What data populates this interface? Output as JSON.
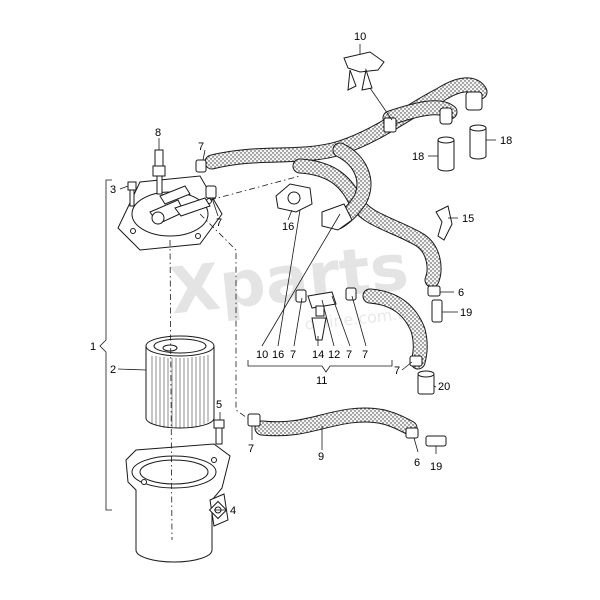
{
  "watermark": {
    "main": "Xparts",
    "sub": "online.com.ua"
  },
  "callouts": {
    "n1": "1",
    "n2": "2",
    "n3": "3",
    "n4": "4",
    "n5": "5",
    "n6a": "6",
    "n6b": "6",
    "n7a": "7",
    "n7b": "7",
    "n7c": "7",
    "n7d": "7",
    "n7e": "7",
    "n7f": "7",
    "n7g": "7",
    "n8": "8",
    "n9": "9",
    "n10a": "10",
    "n10b": "10",
    "n11": "11",
    "n12": "12",
    "n14": "14",
    "n15": "15",
    "n16a": "16",
    "n16b": "16",
    "n18a": "18",
    "n18b": "18",
    "n19a": "19",
    "n19b": "19",
    "n20": "20"
  },
  "colors": {
    "line": "#1a1a1a",
    "hose_fill": "#f2f2f2",
    "background": "#ffffff",
    "watermark": "#e4e4e4"
  }
}
